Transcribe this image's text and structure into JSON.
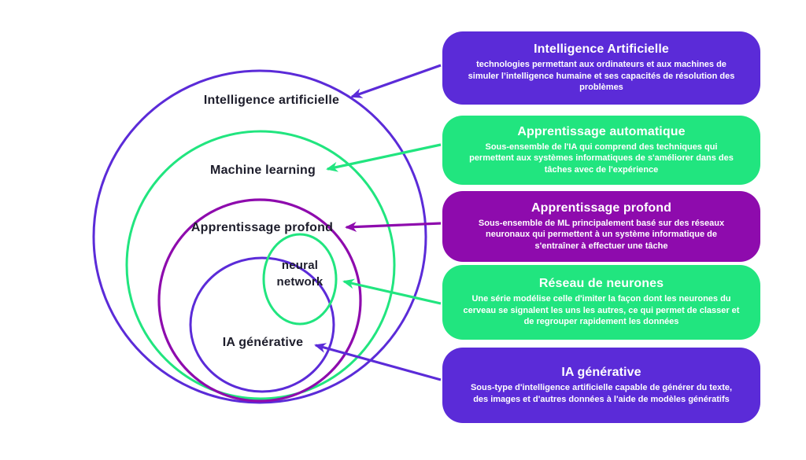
{
  "colors": {
    "purple": "#5b2bd8",
    "green": "#21e57f",
    "magenta": "#8e0bad",
    "label_text": "#1d1d2b",
    "box_text": "#ffffff",
    "background": "#ffffff"
  },
  "venn": {
    "labels": {
      "ai": "Intelligence artificielle",
      "ml": "Machine learning",
      "dl": "Apprentissage profond",
      "nn": "neural network",
      "gen": "IA générative"
    }
  },
  "callouts": [
    {
      "title": "Intelligence Artificielle",
      "body": "technologies permettant aux ordinateurs et aux machines de simuler l’intelligence humaine et ses capacités de résolution des problèmes",
      "color": "#5b2bd8"
    },
    {
      "title": "Apprentissage automatique",
      "body": "Sous-ensemble de l'IA qui comprend des techniques qui permettent aux systèmes informatiques de s'améliorer dans des tâches avec de l'expérience",
      "color": "#21e57f"
    },
    {
      "title": "Apprentissage profond",
      "body": "Sous-ensemble de ML principalement basé sur des réseaux neuronaux qui permettent à un système informatique de s'entraîner à effectuer une tâche",
      "color": "#8e0bad"
    },
    {
      "title": "Réseau de neurones",
      "body": "Une série modélise celle d'imiter la façon dont les neurones du cerveau se signalent les uns les autres, ce qui permet de classer et de regrouper rapidement les données",
      "color": "#21e57f"
    },
    {
      "title": "IA générative",
      "body": "Sous-type d'intelligence artificielle capable de générer du texte, des images et d'autres données à l'aide de modèles génératifs",
      "color": "#5b2bd8"
    }
  ]
}
